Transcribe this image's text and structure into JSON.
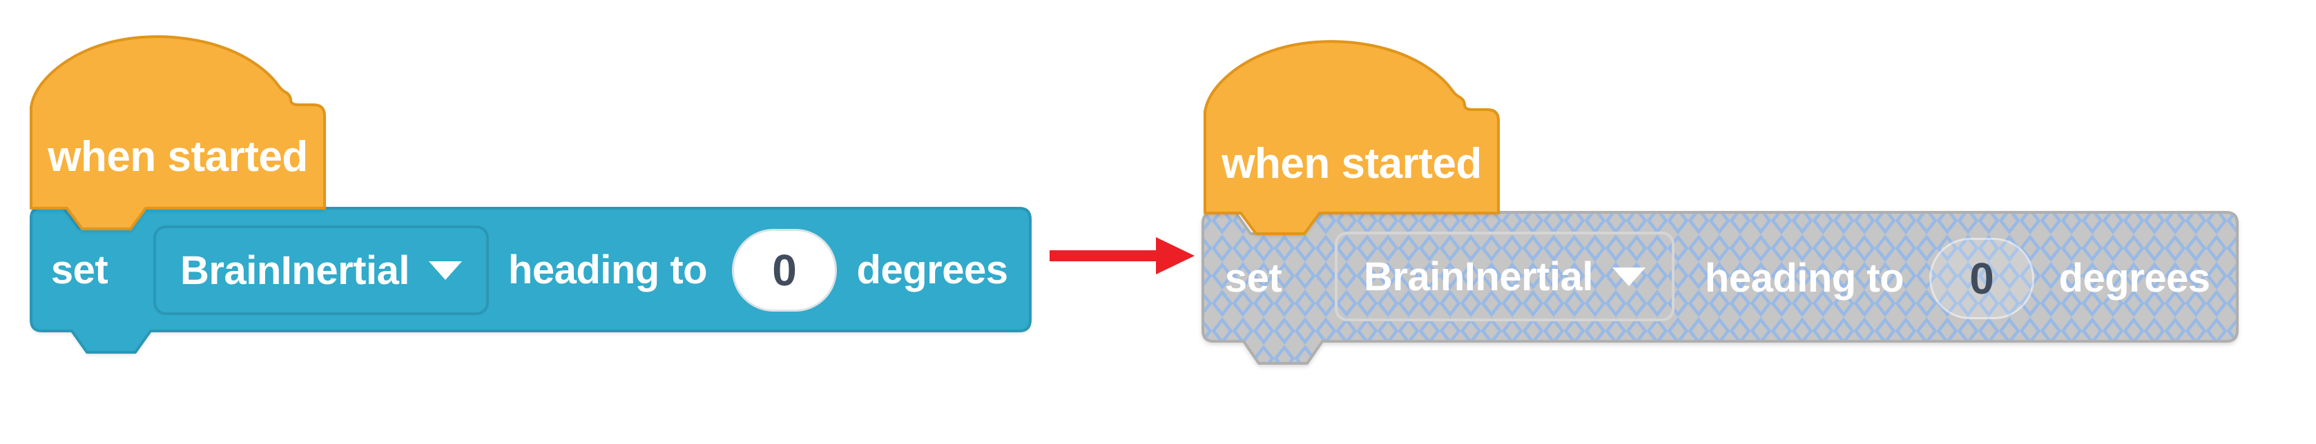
{
  "colors": {
    "hat_orange": "#F8B13C",
    "hat_border": "#E0951B",
    "block_blue": "#31AACB",
    "block_border": "#2B97B5",
    "disabled_gray": "#C6C6C6",
    "disabled_border": "#AFAFAF",
    "hatch_blue": "#98B9E6",
    "arrow_red": "#EC1F27",
    "value_dark": "#414C5C"
  },
  "left_script": {
    "state": "enabled",
    "hat": {
      "label": "when started"
    },
    "block": {
      "prefix_label": "set",
      "device_dropdown": {
        "value": "BrainInertial"
      },
      "param_label": "heading to",
      "value_input": {
        "value": "0"
      },
      "suffix_label": "degrees"
    }
  },
  "arrow": {
    "direction": "right"
  },
  "right_script": {
    "state": "disabled",
    "hat": {
      "label": "when started"
    },
    "block": {
      "prefix_label": "set",
      "device_dropdown": {
        "value": "BrainInertial"
      },
      "param_label": "heading to",
      "value_input": {
        "value": "0"
      },
      "suffix_label": "degrees"
    }
  }
}
